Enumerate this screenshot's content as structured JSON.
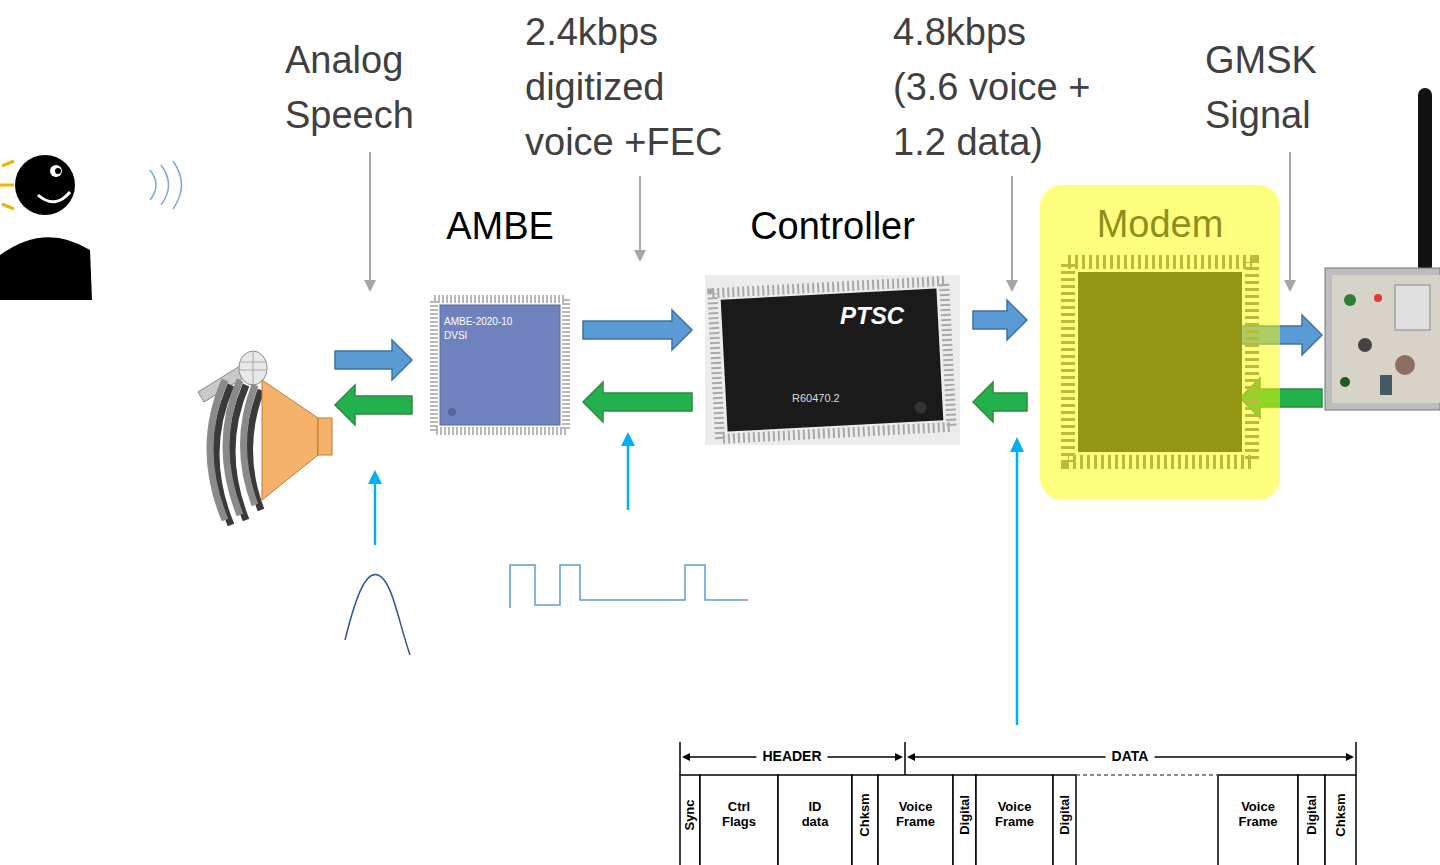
{
  "diagram": {
    "nodes": [
      {
        "text": [
          "AMBE"
        ]
      },
      {
        "text": [
          "Controller"
        ]
      },
      {
        "text": [
          "Modem"
        ]
      }
    ],
    "edges": [
      {
        "from": 0,
        "to": 1,
        "arrow": "to"
      },
      {
        "from": 1,
        "to": 0,
        "arrow": "to"
      },
      {
        "from": 1,
        "to": 2,
        "arrow": "to"
      },
      {
        "from": 2,
        "to": 1,
        "arrow": "to"
      }
    ],
    "labels": [
      "Analog Speech",
      "2.4kbps digitized voice +FEC",
      "4.8kbps (3.6 voice + 1.2 data)",
      "GMSK Signal",
      "AMBE-2020-10",
      "DVSI",
      "PTSC",
      "R60470.2",
      "HEADER",
      "DATA",
      "Sync",
      "Ctrl Flags",
      "ID data",
      "Chksm",
      "Voice Frame",
      "Digital",
      "Voice Frame",
      "Digital",
      "Voice Frame",
      "Digital",
      "Chksm"
    ]
  }
}
